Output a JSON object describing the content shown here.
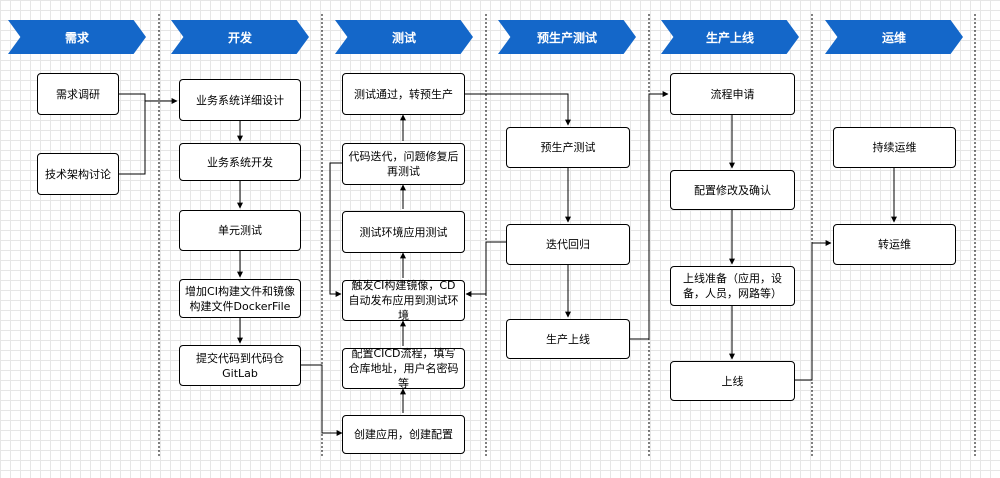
{
  "phases": [
    "需求",
    "开发",
    "测试",
    "预生产测试",
    "生产上线",
    "运维"
  ],
  "nodes": {
    "req_research": "需求调研",
    "tech_discussion": "技术架构讨论",
    "biz_design": "业务系统详细设计",
    "biz_dev": "业务系统开发",
    "unit_test": "单元测试",
    "add_ci_files": "增加CI构建文件和镜像构建文件DockerFile",
    "submit_code": "提交代码到代码仓GitLab",
    "test_pass": "测试通过，转预生产",
    "iterate_fix": "代码迭代，问题修复后再测试",
    "env_test": "测试环境应用测试",
    "trigger_ci": "触发CI构建镜像，CD自动发布应用到测试环境",
    "config_cicd": "配置CICD流程，填写仓库地址，用户名密码等",
    "create_app": "创建应用，创建配置",
    "preprod_test": "预生产测试",
    "iterate_return": "迭代回归",
    "prod_launch": "生产上线",
    "process_apply": "流程申请",
    "config_confirm": "配置修改及确认",
    "launch_prep": "上线准备（应用，设备，人员，网路等）",
    "go_live": "上线",
    "ops_continue": "持续运维",
    "to_ops": "转运维"
  }
}
